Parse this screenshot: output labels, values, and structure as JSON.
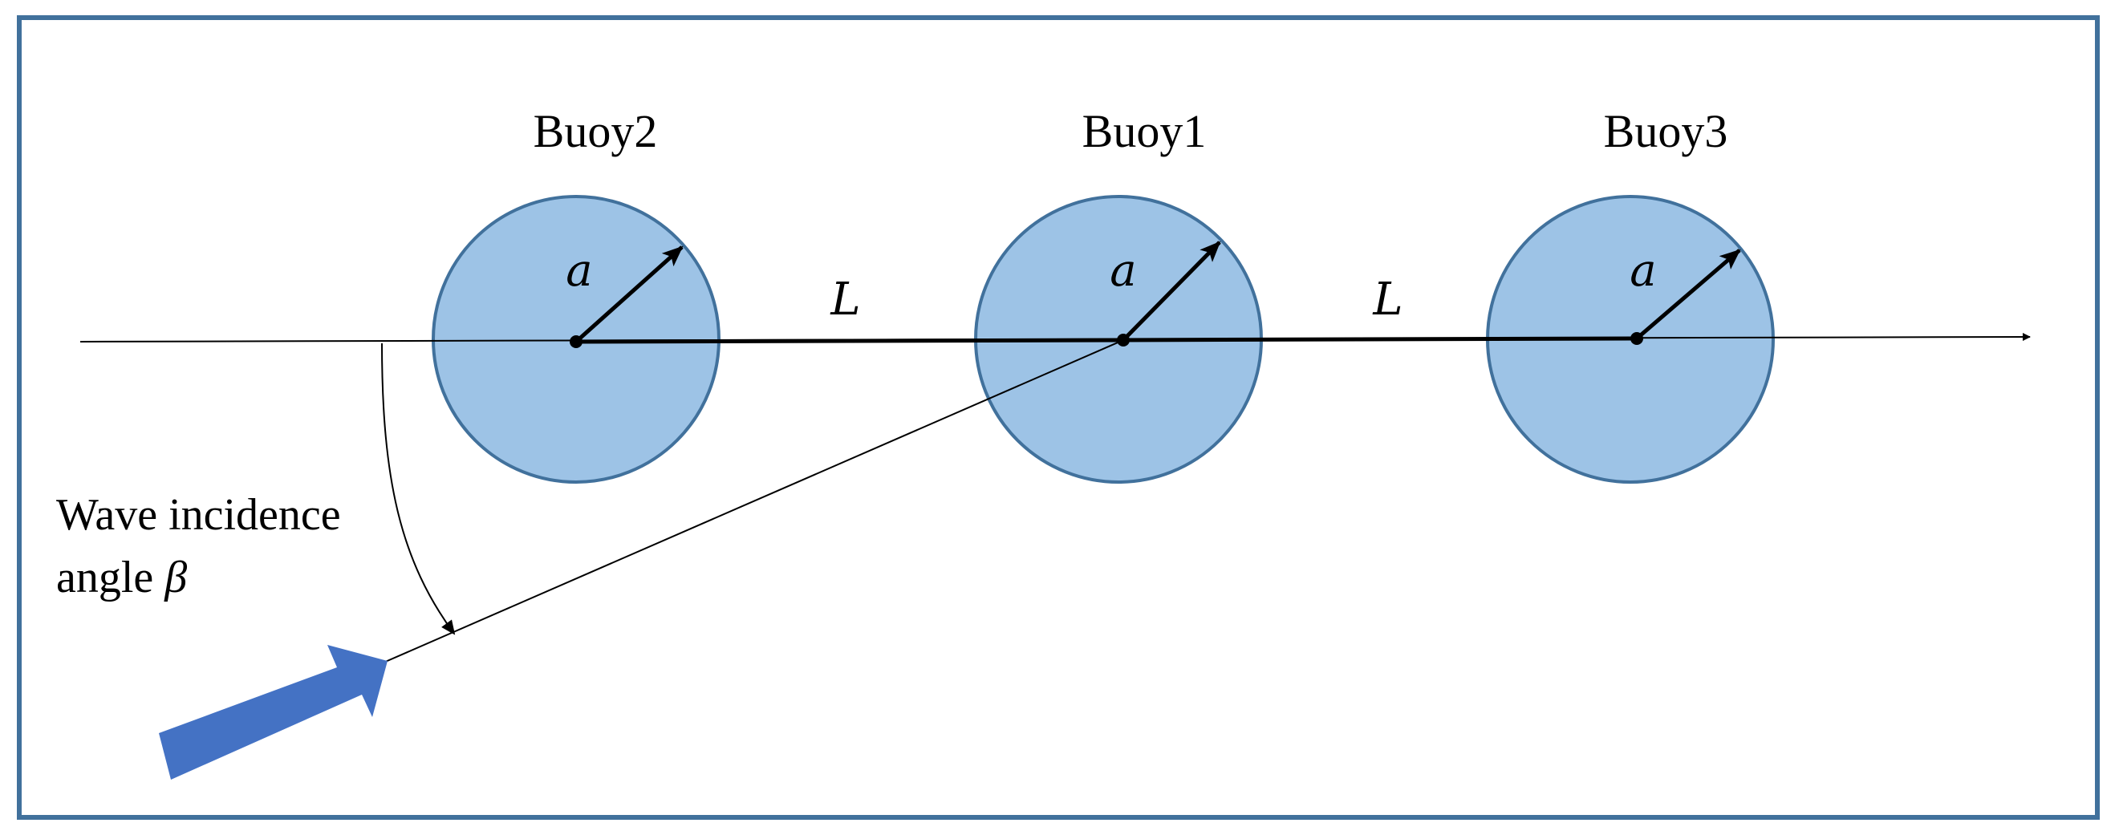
{
  "colors": {
    "frame": "#41719c",
    "buoy_fill": "#9dc3e6",
    "buoy_stroke": "#41719c",
    "wave_arrow": "#4472c4",
    "line": "#000000"
  },
  "buoys": [
    {
      "name": "Buoy2",
      "radius_label": "a"
    },
    {
      "name": "Buoy1",
      "radius_label": "a"
    },
    {
      "name": "Buoy3",
      "radius_label": "a"
    }
  ],
  "spacing_labels": [
    "L",
    "L"
  ],
  "incidence": {
    "line1": "Wave incidence",
    "line2_text": "angle ",
    "line2_symbol": "β"
  }
}
